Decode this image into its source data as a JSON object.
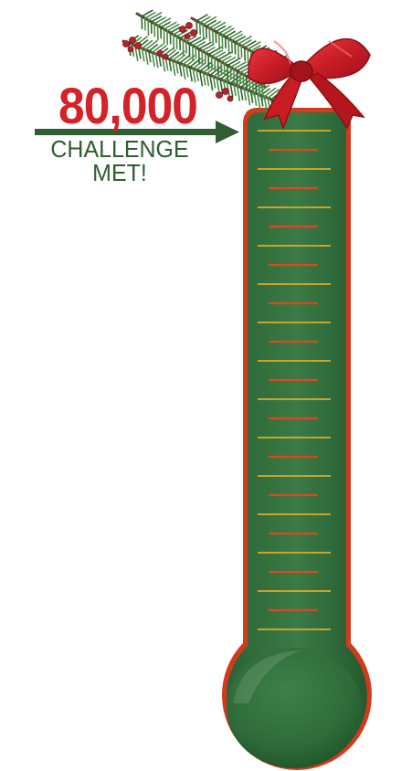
{
  "goal": {
    "amount": "80,000",
    "status": "CHALLENGE\nMET!"
  },
  "thermometer": {
    "fill_fraction": 1.0,
    "tick_count": 27
  },
  "colors": {
    "fill_green": "#2f6b3a",
    "outline_red": "#d23a1e",
    "minor_tick": "#e0461f",
    "major_tick": "#c9a42a",
    "text_red": "#d42228",
    "text_green": "#2e5e32",
    "bow_red": "#d21f26",
    "pine": "#3f7a3a",
    "berry": "#b5232c"
  },
  "icons": {
    "decoration": "pine-branch-icon",
    "bow": "red-bow-icon",
    "pointer": "arrow-right-icon"
  }
}
